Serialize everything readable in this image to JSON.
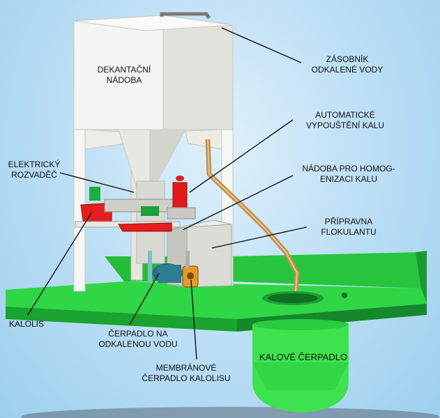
{
  "labels": {
    "dekantacni_nadoba": [
      "DEKANTAČNÍ",
      "NÁDOBA"
    ],
    "zasobnik": [
      "ZÁSOBNÍK",
      "ODKALENÉ VODY"
    ],
    "automaticke": [
      "AUTOMATICKÉ",
      "VYPOUŠTĚNÍ KALU"
    ],
    "nadoba_homogenizace": [
      "NÁDOBA PRO HOMOG-",
      "ENIZACI KALU"
    ],
    "pripravna": [
      "PŘÍPRAVNA",
      "FLOKULANTU"
    ],
    "elektricky": [
      "ELEKTRICKÝ",
      "ROZVADĚČ"
    ],
    "kalolis": "KALOLIS",
    "cerpadlo_voda": [
      "ČERPADLO NA",
      "ODKALENOU VODU"
    ],
    "membranove": [
      "MEMBRÁNOVÉ",
      "ČERPADLO KALOLISU"
    ],
    "kalove_cerpadlo": "KALOVÉ ČERPADLO"
  },
  "colors": {
    "background": "#bfe0f5",
    "platform": "#22c93a",
    "platform_dark": "#14882a",
    "tank": "#f2f2ee",
    "tank_shade": "#d8d8d2",
    "equipment_red": "#e11b1b",
    "pipe": "#c89a5a",
    "leader_line": "#111111"
  }
}
